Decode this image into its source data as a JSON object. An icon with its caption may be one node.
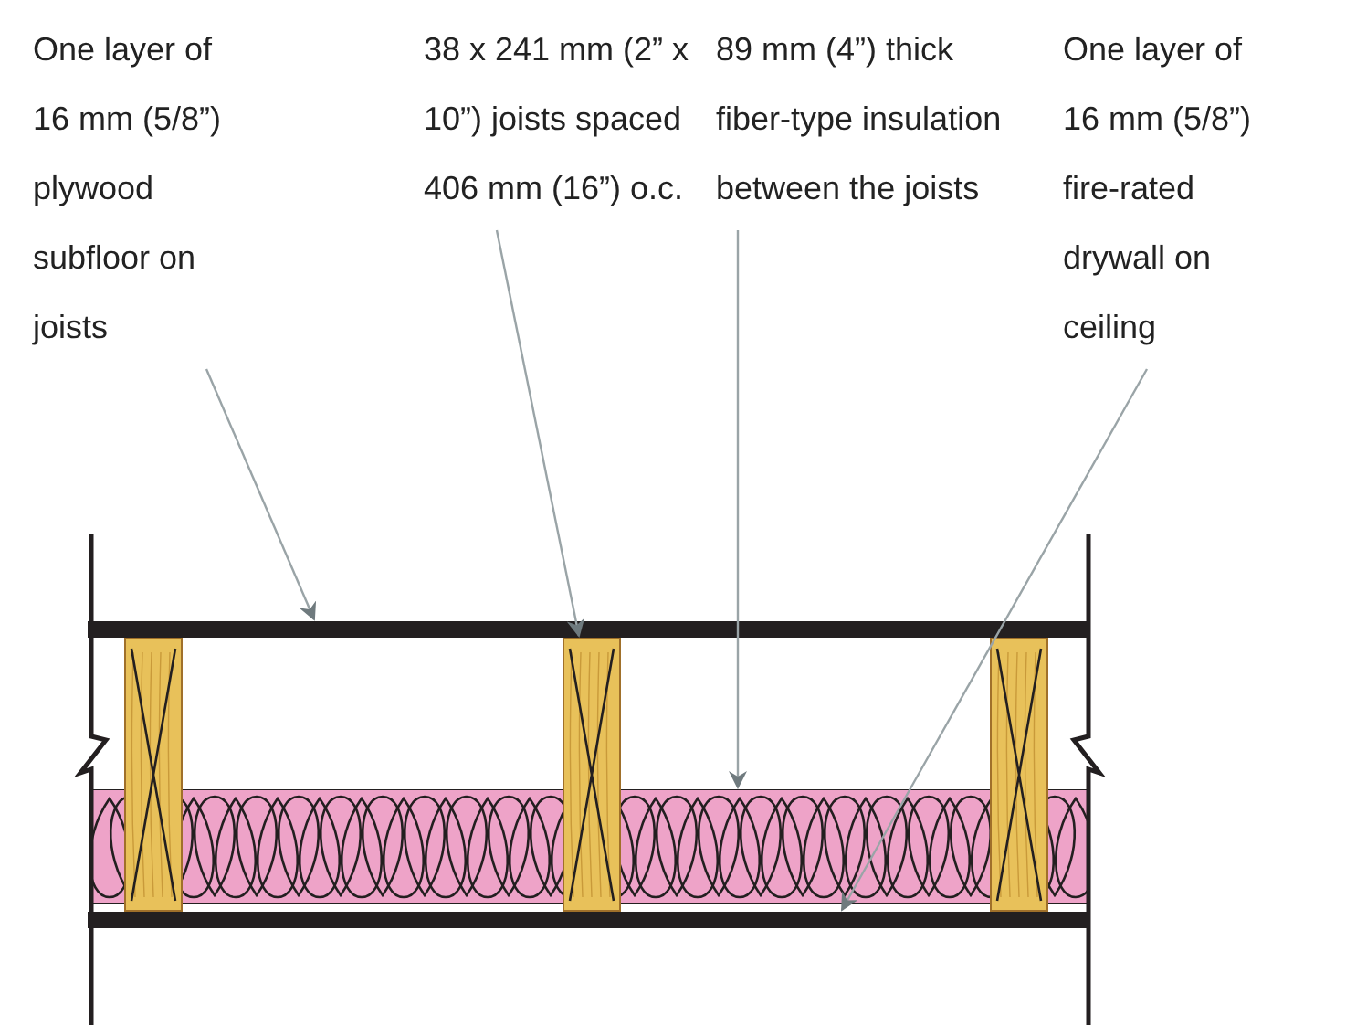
{
  "diagram": {
    "nodes": [
      {
        "text": [
          "One layer of 16 mm (5/8”) plywood subfloor on joists"
        ]
      },
      {
        "text": [
          "38 x 241 mm (2” x 10”) joists spaced 406 mm (16”) o.c."
        ]
      },
      {
        "text": [
          "89 mm (4”) thick fiber-type insulation between the joists"
        ]
      },
      {
        "text": [
          "One layer of 16 mm (5/8”) fire-rated drywall on ceiling"
        ]
      },
      {
        "text": [],
        "shape": "bar"
      },
      {
        "text": [],
        "shape": "bar"
      },
      {
        "text": [],
        "shape": "box"
      },
      {
        "text": [],
        "shape": "bar"
      }
    ],
    "edges": [
      {
        "from": 0,
        "to": 4,
        "arrow": "to"
      },
      {
        "from": 1,
        "to": 5,
        "arrow": "to"
      },
      {
        "from": 2,
        "to": 6,
        "arrow": "to"
      },
      {
        "from": 3,
        "to": 7,
        "arrow": "to"
      }
    ]
  }
}
